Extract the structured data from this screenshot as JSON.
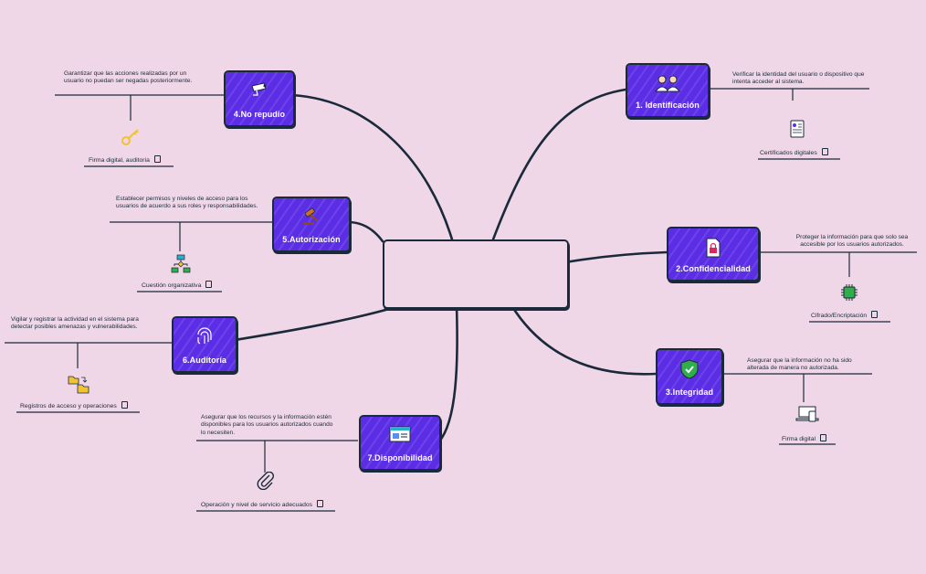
{
  "central_topic": "",
  "branches": [
    {
      "label": "1. Identificación",
      "description": "Verificar la identidad del usuario o dispositivo que intenta acceder al sistema.",
      "tag": "Certificados digitales",
      "icon": "people-icon",
      "sub_icon": "document-icon"
    },
    {
      "label": "2.Confidencialidad",
      "description": "Proteger la información para que solo sea accesible por los usuarios autorizados.",
      "tag": "Cifrado/Encriptación",
      "icon": "locked-file-icon",
      "sub_icon": "chip-icon"
    },
    {
      "label": "3.Integridad",
      "description": "Asegurar que la información no ha sido alterada de manera no autorizada.",
      "tag": "Firma digital",
      "icon": "shield-check-icon",
      "sub_icon": "devices-icon"
    },
    {
      "label": "4.No repudio",
      "description": "Garantizar que las acciones realizadas por un usuario no puedan ser negadas posteriormente.",
      "tag": "Firma digital, auditoria",
      "icon": "camera-icon",
      "sub_icon": "key-icon"
    },
    {
      "label": "5.Autorización",
      "description": "Establecer permisos y niveles de acceso para los usuarios de acuerdo a sus roles y responsabilidades.",
      "tag": "Cuestión organizativa",
      "icon": "gavel-icon",
      "sub_icon": "flowchart-icon"
    },
    {
      "label": "6.Auditoría",
      "description": "Vigilar y registrar la actividad en el sistema para detectar posibles amenazas y vulnerabilidades.",
      "tag": "Registros de acceso y operaciones",
      "icon": "fingerprint-icon",
      "sub_icon": "folders-icon"
    },
    {
      "label": "7.Disponibilidad",
      "description": "Asegurar que los recursos y la información estén disponibles para los usuarios autorizados cuando lo necesiten.",
      "tag": "Operación y nivel de servicio adecuados",
      "icon": "browser-window-icon",
      "sub_icon": "paperclip-icon"
    }
  ],
  "colors": {
    "background": "#efd7e7",
    "node_fill": "#5b2ee6",
    "line": "#1b2a3a",
    "shield": "#2fae4b",
    "key": "#f1c232"
  }
}
